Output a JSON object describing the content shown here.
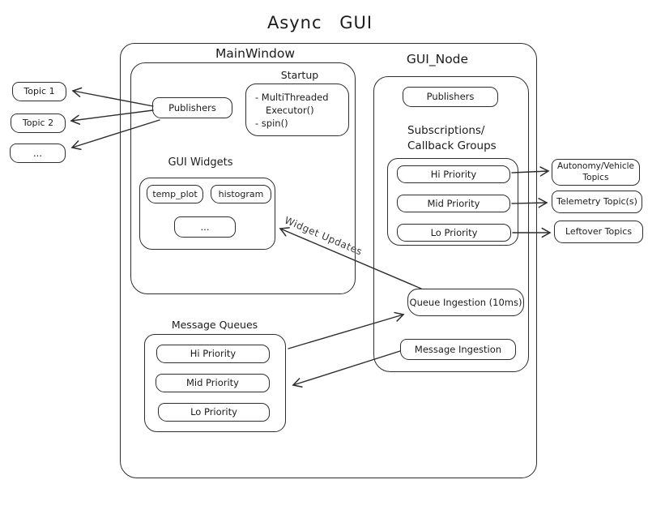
{
  "title": "Async GUI",
  "colors": {
    "stroke": "#2e2e2e",
    "background": "#ffffff",
    "text": "#1c1c1c"
  },
  "left_topics": [
    "Topic 1",
    "Topic 2",
    "..."
  ],
  "main_window": {
    "label": "MainWindow",
    "publishers_label": "Publishers",
    "startup": {
      "label": "Startup",
      "line1": "- MultiThreaded",
      "line2": "Executor()",
      "line3": "- spin()"
    },
    "gui_widgets": {
      "label": "GUI Widgets",
      "widget1": "temp_plot",
      "widget2": "histogram",
      "widget3": "..."
    },
    "message_queues": {
      "label": "Message Queues",
      "items": [
        "Hi Priority",
        "Mid Priority",
        "Lo Priority"
      ]
    }
  },
  "gui_node": {
    "label": "GUI_Node",
    "publishers_label": "Publishers",
    "subscriptions": {
      "label_line1": "Subscriptions/",
      "label_line2": "Callback Groups",
      "items": [
        "Hi Priority",
        "Mid Priority",
        "Lo Priority"
      ]
    },
    "queue_ingestion_label": "Queue Ingestion (10ms)",
    "message_ingestion_label": "Message Ingestion"
  },
  "right_topics": [
    "Autonomy/Vehicle Topics",
    "Telemetry Topic(s)",
    "Leftover Topics"
  ],
  "arrow_labels": {
    "widget_updates": "Widget Updates"
  }
}
